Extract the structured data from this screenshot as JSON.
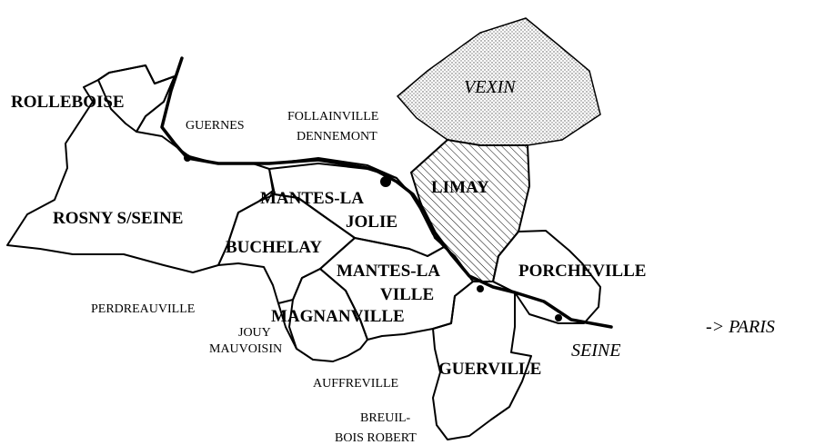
{
  "map": {
    "communes_bold": {
      "rolleboise": "ROLLEBOISE",
      "rosny": "ROSNY S/SEINE",
      "mantes_la_jolie_1": "MANTES-LA",
      "mantes_la_jolie_2": "JOLIE",
      "limay": "LIMAY",
      "buchelay": "BUCHELAY",
      "mantes_la_ville_1": "MANTES-LA",
      "mantes_la_ville_2": "VILLE",
      "porcheville": "PORCHEVILLE",
      "magnanville": "MAGNANVILLE",
      "guerville": "GUERVILLE"
    },
    "communes_small": {
      "guernes": "GUERNES",
      "follainville_1": "FOLLAINVILLE",
      "follainville_2": "DENNEMONT",
      "perdreauville": "PERDREAUVILLE",
      "jouy_1": "JOUY",
      "jouy_2": "MAUVOISIN",
      "auffreville": "AUFFREVILLE",
      "breuil_1": "BREUIL-",
      "breuil_2": "BOIS ROBERT"
    },
    "italic_labels": {
      "vexin": "VEXIN",
      "seine": "SEINE",
      "paris": "-> PARIS"
    },
    "colors": {
      "line": "#000000",
      "vexin_fill": "dotted-gray",
      "limay_fill": "diagonal-hatch"
    }
  }
}
